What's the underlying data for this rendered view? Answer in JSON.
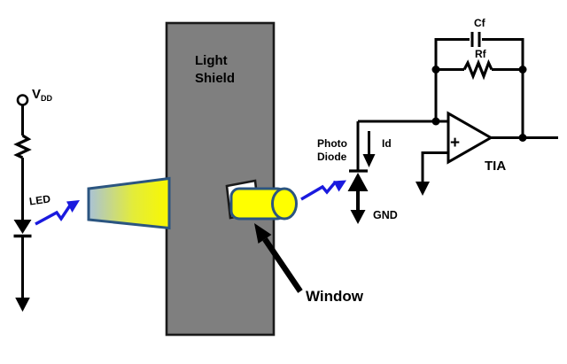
{
  "title": "Optical sensing circuit diagram: LED through light shield window to photodiode with transimpedance amplifier",
  "colors": {
    "wire": "#000000",
    "shield_fill": "#7f7f7f",
    "shield_border": "#1a1a1a",
    "beam_left": "#a9c2d8",
    "beam_mid": "#e3ec3a",
    "beam_right": "#f9f800",
    "beam_border": "#2b5580",
    "cylinder_fill": "#ffff00",
    "cylinder_border": "#2b5580",
    "window_opening_fill": "#ffffff",
    "photon_blue": "#1a1ade",
    "opamp_fill": "#ffffff",
    "background": "#ffffff"
  },
  "labels": {
    "vdd_main": "V",
    "vdd_sub": "DD",
    "led": "LED",
    "light_shield_line1": "Light",
    "light_shield_line2": "Shield",
    "window": "Window",
    "photo_diode_line1": "Photo",
    "photo_diode_line2": "Diode",
    "id_current": "Id",
    "gnd": "GND",
    "cf": "Cf",
    "rf": "Rf",
    "tia": "TIA",
    "opamp_plus": "+"
  }
}
